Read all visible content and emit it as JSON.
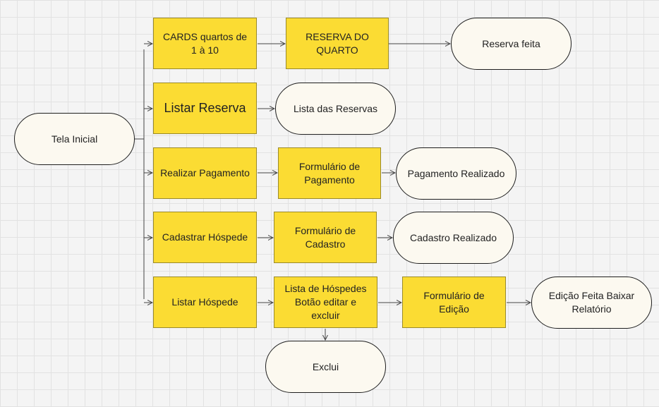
{
  "diagram": {
    "type": "flowchart",
    "nodes": {
      "tela_inicial": "Tela Inicial",
      "cards_quartos": "CARDS quartos de 1 à 10",
      "reserva_quarto": "RESERVA DO QUARTO",
      "reserva_feita": "Reserva feita",
      "listar_reserva": "Listar Reserva",
      "lista_reservas": "Lista das Reservas",
      "realizar_pagamento": "Realizar Pagamento",
      "formulario_pagamento": "Formulário de Pagamento",
      "pagamento_realizado": "Pagamento Realizado",
      "cadastrar_hospede": "Cadastrar Hóspede",
      "formulario_cadastro": "Formulário de Cadastro",
      "cadastro_realizado": "Cadastro Realizado",
      "listar_hospede": "Listar Hóspede",
      "lista_hospedes": "Lista de Hóspedes Botão editar e excluir",
      "formulario_edicao": "Formulário de Edição",
      "edicao_feita": "Edição Feita Baixar Relatório",
      "exclui": "Exclui"
    },
    "edges": [
      [
        "tela_inicial",
        "cards_quartos"
      ],
      [
        "tela_inicial",
        "listar_reserva"
      ],
      [
        "tela_inicial",
        "realizar_pagamento"
      ],
      [
        "tela_inicial",
        "cadastrar_hospede"
      ],
      [
        "tela_inicial",
        "listar_hospede"
      ],
      [
        "cards_quartos",
        "reserva_quarto"
      ],
      [
        "reserva_quarto",
        "reserva_feita"
      ],
      [
        "listar_reserva",
        "lista_reservas"
      ],
      [
        "realizar_pagamento",
        "formulario_pagamento"
      ],
      [
        "formulario_pagamento",
        "pagamento_realizado"
      ],
      [
        "cadastrar_hospede",
        "formulario_cadastro"
      ],
      [
        "formulario_cadastro",
        "cadastro_realizado"
      ],
      [
        "listar_hospede",
        "lista_hospedes"
      ],
      [
        "lista_hospedes",
        "formulario_edicao"
      ],
      [
        "formulario_edicao",
        "edicao_feita"
      ],
      [
        "lista_hospedes",
        "exclui"
      ]
    ]
  }
}
